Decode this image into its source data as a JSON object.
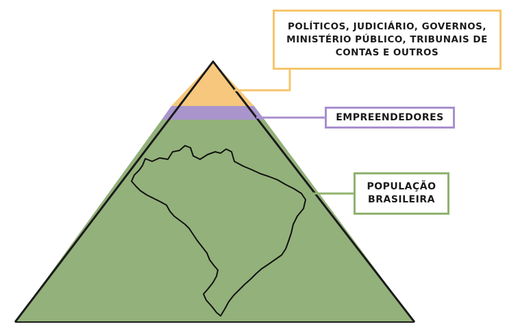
{
  "colors": {
    "top_tier": "#f6c77c",
    "middle_tier": "#a995cc",
    "base_tier": "#93b17a",
    "top_border": "#f6c56c",
    "middle_border": "#a88fce",
    "base_border": "#8fb26e",
    "outline": "#1a1a1a"
  },
  "labels": {
    "top": {
      "line1": "POLÍTICOS, JUDICIÁRIO, GOVERNOS,",
      "line2": "MINISTÉRIO PÚBLICO, TRIBUNAIS DE",
      "line3": "CONTAS E OUTROS"
    },
    "middle": "EMPREENDEDORES",
    "bottom": {
      "line1": "POPULAÇÃO",
      "line2": "BRASILEIRA"
    }
  },
  "icons": {
    "map": "brazil-map-outline-icon"
  }
}
